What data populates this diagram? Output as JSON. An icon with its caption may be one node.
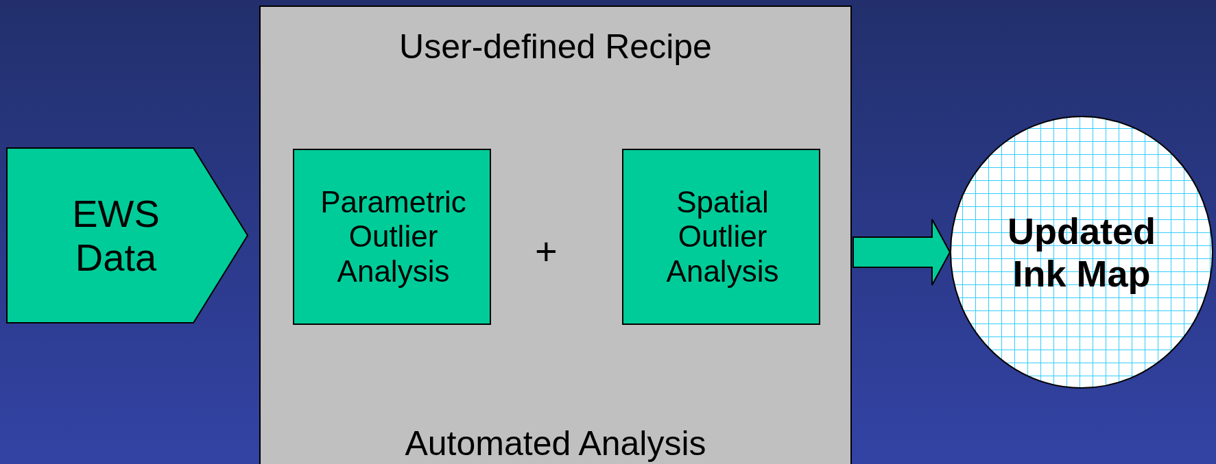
{
  "diagram": {
    "nodes": [
      {
        "text": [
          "EWS Data"
        ]
      },
      {
        "text": [
          "User-defined Recipe",
          "Automated Analysis"
        ]
      },
      {
        "text": [
          "Parametric Outlier Analysis"
        ],
        "in": 1
      },
      {
        "text": [
          "Spatial Outlier Analysis"
        ],
        "in": 1
      },
      {
        "text": [
          "Updated Ink Map"
        ]
      }
    ],
    "edges": [
      {
        "from": 1,
        "to": 4,
        "arrow": "to"
      }
    ],
    "labels": [
      "+"
    ]
  }
}
